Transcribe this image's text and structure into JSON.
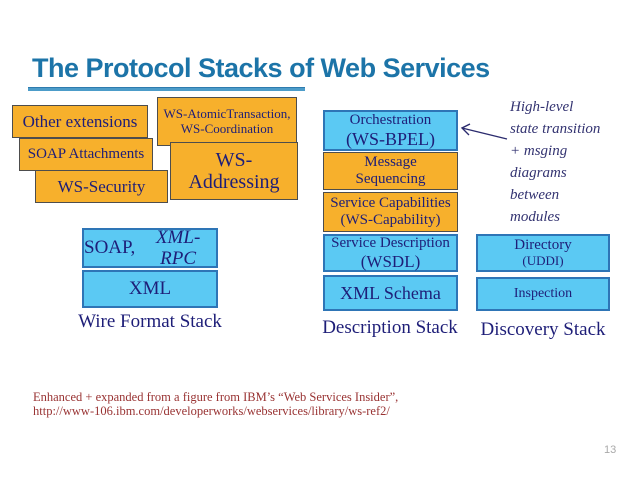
{
  "title": "The Protocol Stacks of Web Services",
  "page_number": "13",
  "colors": {
    "title_blue": "#1C74A8",
    "underline_blue": "#4C9CC9",
    "orange_box_fill": "#F7B02C",
    "blue_box_fill": "#5BC9F3",
    "blue_box_border": "#2E75B6",
    "box_text_navy": "#1E1E78",
    "annotation_navy": "#333371",
    "citation_red": "#993333",
    "page_number_gray": "#A9A9A9"
  },
  "extensions": {
    "other_extensions": "Other extensions",
    "ws_atomic": {
      "lines": [
        "WS-AtomicTransaction,",
        "WS-Coordination"
      ]
    },
    "soap_attachments": "SOAP Attachments",
    "ws_addressing": "WS-Addressing",
    "ws_security": "WS-Security"
  },
  "wire_stack": {
    "soap_box": {
      "prefix": "SOAP,",
      "italic": "XML-RPC"
    },
    "xml_box": "XML",
    "label": "Wire Format Stack"
  },
  "description_stack": {
    "orchestration": {
      "lines": [
        "Orchestration",
        "(WS-BPEL)"
      ]
    },
    "message_sequencing": {
      "lines": [
        "Message",
        "Sequencing"
      ]
    },
    "service_capabilities": {
      "lines": [
        "Service Capabilities",
        "(WS-Capability)"
      ]
    },
    "service_description": {
      "lines": [
        "Service Description",
        "(WSDL)"
      ]
    },
    "xml_schema": "XML Schema",
    "label": "Description Stack"
  },
  "discovery_stack": {
    "directory": {
      "lines": [
        "Directory",
        "(UDDI)"
      ]
    },
    "inspection": "Inspection",
    "label": "Discovery Stack"
  },
  "annotation": {
    "lines": [
      "High-level",
      "state transition",
      "+ msging",
      "diagrams",
      "between",
      "modules"
    ]
  },
  "citation": {
    "line1": "Enhanced + expanded from a figure from IBM’s “Web Services Insider”,",
    "line2": "http://www-106.ibm.com/developerworks/webservices/library/ws-ref2/"
  }
}
